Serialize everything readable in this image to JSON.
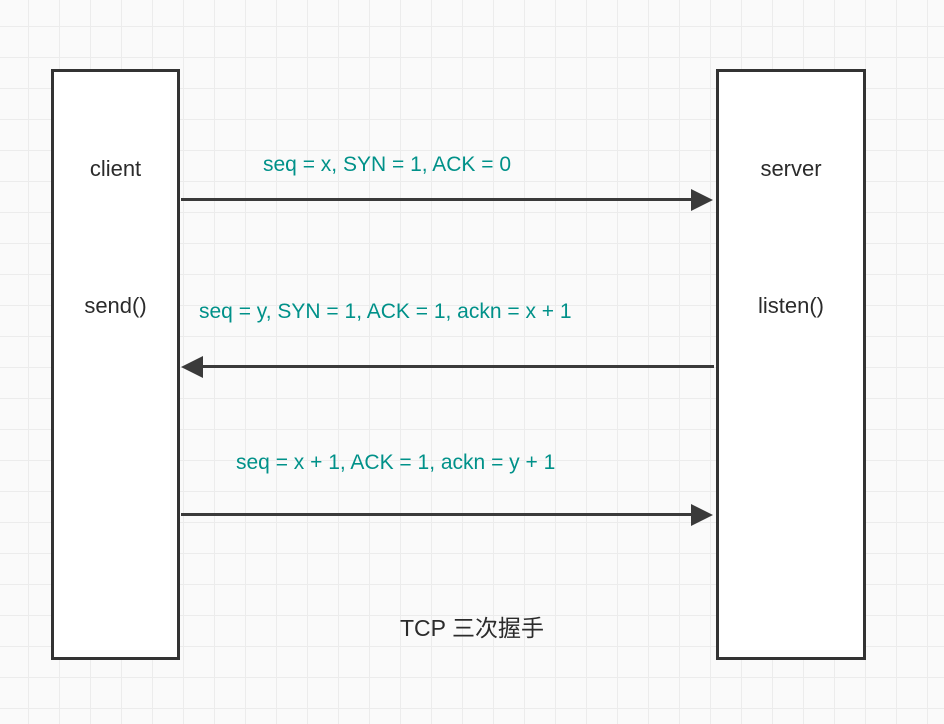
{
  "diagram": {
    "caption": "TCP 三次握手",
    "colors": {
      "background": "#fafafa",
      "grid": "#ececec",
      "box_border": "#333333",
      "box_fill": "#ffffff",
      "arrow": "#3a3a3a",
      "message_text": "#009189",
      "actor_text": "#2b2b2b"
    },
    "actors": [
      {
        "id": "client",
        "top_label": "client",
        "bottom_label": "send()"
      },
      {
        "id": "server",
        "top_label": "server",
        "bottom_label": "listen()"
      }
    ],
    "messages": [
      {
        "id": "msg1",
        "label": "seq = x,  SYN = 1,  ACK = 0",
        "direction": "client-to-server"
      },
      {
        "id": "msg2",
        "label": "seq = y,  SYN = 1,  ACK = 1,  ackn = x + 1",
        "direction": "server-to-client"
      },
      {
        "id": "msg3",
        "label": "seq = x + 1,  ACK = 1,  ackn = y + 1",
        "direction": "client-to-server"
      }
    ]
  }
}
